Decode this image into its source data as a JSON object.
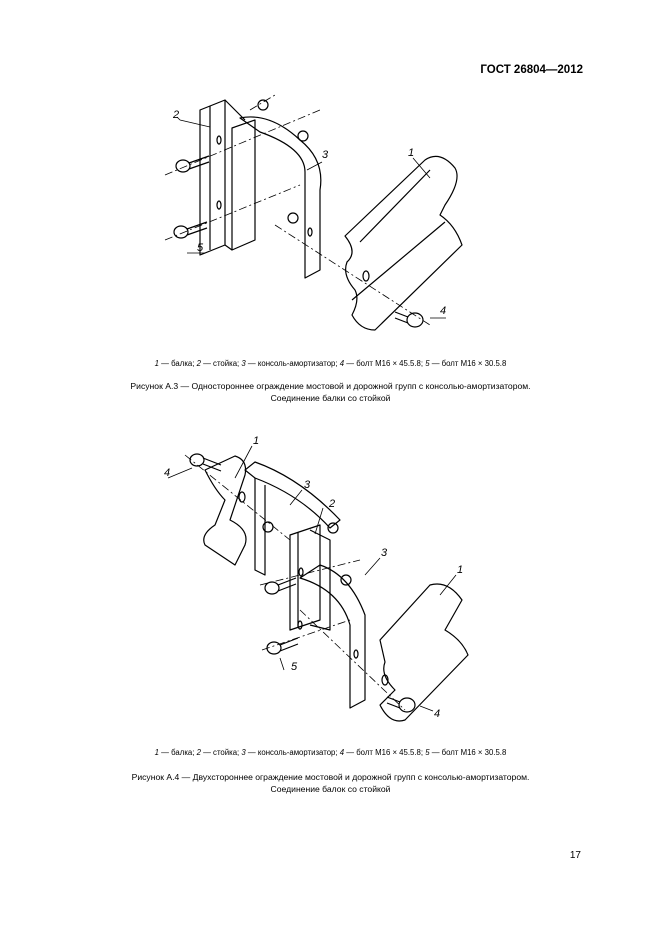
{
  "header": {
    "standard": "ГОСТ 26804—2012"
  },
  "figure_a3": {
    "labels": [
      "1",
      "2",
      "3",
      "4",
      "5"
    ],
    "legend": {
      "n1": "1",
      "t1": " — балка; ",
      "n2": "2",
      "t2": " — стойка; ",
      "n3": "3",
      "t3": " — консоль-амортизатор; ",
      "n4": "4",
      "t4": " — болт М16 × 45.5.8; ",
      "n5": "5",
      "t5": " — болт М16 × 30.5.8"
    },
    "caption_line1": "Рисунок А.3 — Одностороннее ограждение мостовой и дорожной групп с консолью-амортизатором.",
    "caption_line2": "Соединение балки со стойкой"
  },
  "figure_a4": {
    "labels": [
      "1",
      "2",
      "3",
      "4",
      "5",
      "3",
      "1",
      "4"
    ],
    "legend": {
      "n1": "1",
      "t1": " — балка; ",
      "n2": "2",
      "t2": " — стойка; ",
      "n3": "3",
      "t3": " — консоль-амортизатор; ",
      "n4": "4",
      "t4": " — болт М16 × 45.5.8; ",
      "n5": "5",
      "t5": " — болт М16 × 30.5.8"
    },
    "caption_line1": "Рисунок А.4 — Двухстороннее ограждение мостовой и дорожной групп с консолью-амортизатором.",
    "caption_line2": "Соединение балок со стойкой"
  },
  "footer": {
    "page_number": "17"
  }
}
